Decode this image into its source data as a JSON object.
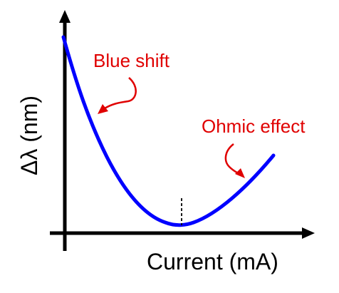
{
  "chart_data": {
    "type": "line",
    "xlabel": "Current (mA)",
    "ylabel": "Δλ (nm)",
    "annotations": [
      {
        "text": "Blue shift"
      },
      {
        "text": "Ohmic effect"
      }
    ],
    "series_color": "#0000ff",
    "annotation_color": "#e00000",
    "axis_color": "#000000"
  }
}
